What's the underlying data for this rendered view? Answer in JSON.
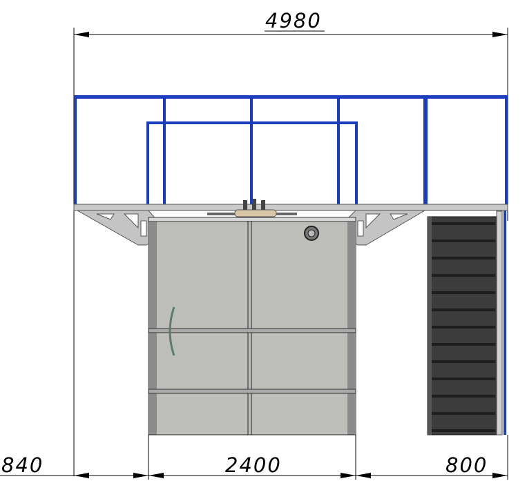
{
  "dimensions": {
    "overall_width": "4980",
    "left_offset": "840",
    "tank_width": "2400",
    "stair_width": "800"
  },
  "colors": {
    "railing": "#1a3dbf",
    "tank": "#bdbdba",
    "tank_frame": "#8c8c8c",
    "platform": "#c9c9c9",
    "stairs": "#3c3c3c",
    "dimension_lines": "#000000"
  }
}
